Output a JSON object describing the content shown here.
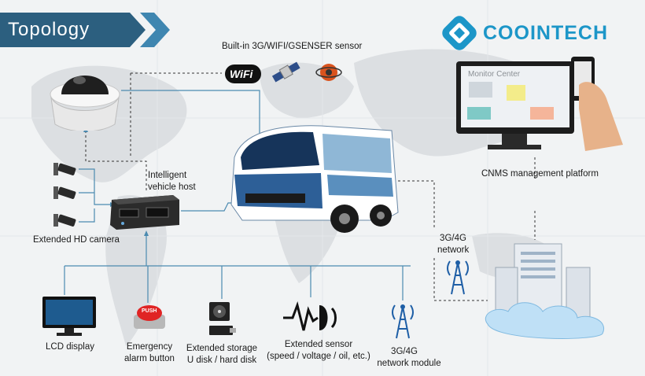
{
  "header": {
    "title": "Topology",
    "brand": "COOINTECH"
  },
  "colors": {
    "banner_dark": "#2c5f7f",
    "banner_light": "#3f86b0",
    "brand_blue": "#1c96c8",
    "connector": "#4b8ab0",
    "dashed": "#333333"
  },
  "sensors": {
    "label": "Built-in 3G/WIFI/GSENSER sensor",
    "wifi_text": "WiFi",
    "icons": [
      "wifi-icon",
      "satellite-icon",
      "gsensor-icon"
    ]
  },
  "host": {
    "label_line1": "Intelligent",
    "label_line2": "vehicle host"
  },
  "cameras": {
    "label": "Extended HD camera"
  },
  "platform": {
    "label": "CNMS management platform",
    "screen_title": "Monitor Center"
  },
  "network": {
    "label_line1": "3G/4G",
    "label_line2": "network"
  },
  "peripherals": {
    "lcd": "LCD display",
    "alarm_line1": "Emergency",
    "alarm_line2": "alarm button",
    "alarm_button_text": "PUSH",
    "storage_line1": "Extended storage",
    "storage_line2": "U disk / hard disk",
    "sensor_line1": "Extended sensor",
    "sensor_line2": "(speed / voltage / oil, etc.)",
    "module_line1": "3G/4G",
    "module_line2": "network module"
  }
}
